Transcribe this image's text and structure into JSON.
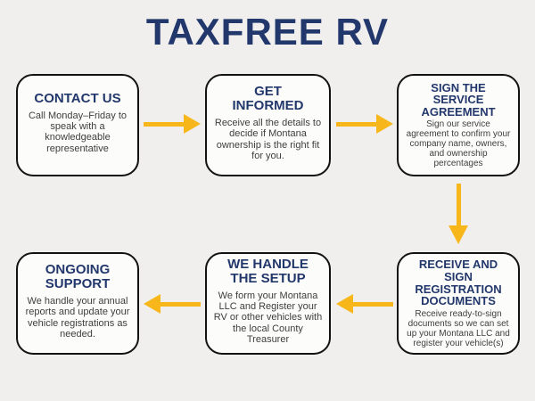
{
  "page": {
    "title": "TAXFREE RV"
  },
  "colors": {
    "background": "#F0EFED",
    "card_fill": "#FCFCFA",
    "card_border": "#121212",
    "heading_navy": "#22376B",
    "body_gray": "#3E3E3E",
    "arrow_yellow": "#F7B71B"
  },
  "steps": [
    {
      "title": "CONTACT US",
      "description": "Call Monday–Friday to speak with a knowledgeable representative"
    },
    {
      "title": "GET INFORMED",
      "description": "Receive all the details to decide if Montana ownership is the right fit for you."
    },
    {
      "title": "SIGN THE SERVICE AGREEMENT",
      "description": "Sign our service agreement to confirm your company name, owners, and ownership percentages"
    },
    {
      "title": "RECEIVE AND SIGN REGISTRATION DOCUMENTS",
      "description": "Receive ready-to-sign documents so we can set up your Montana LLC and register your vehicle(s)"
    },
    {
      "title": "WE HANDLE THE SETUP",
      "description": "We form your Montana LLC and Register your RV or other vehicles with the local County Treasurer"
    },
    {
      "title": "ONGOING SUPPORT",
      "description": "We handle your annual reports and update your vehicle registrations as needed."
    }
  ],
  "arrows": [
    {
      "name": "arrow-right-icon",
      "from": "CONTACT US",
      "to": "GET INFORMED"
    },
    {
      "name": "arrow-right-icon",
      "from": "GET INFORMED",
      "to": "SIGN THE SERVICE AGREEMENT"
    },
    {
      "name": "arrow-down-icon",
      "from": "SIGN THE SERVICE AGREEMENT",
      "to": "RECEIVE AND SIGN REGISTRATION DOCUMENTS"
    },
    {
      "name": "arrow-left-icon",
      "from": "RECEIVE AND SIGN REGISTRATION DOCUMENTS",
      "to": "WE HANDLE THE SETUP"
    },
    {
      "name": "arrow-left-icon",
      "from": "WE HANDLE THE SETUP",
      "to": "ONGOING SUPPORT"
    }
  ]
}
